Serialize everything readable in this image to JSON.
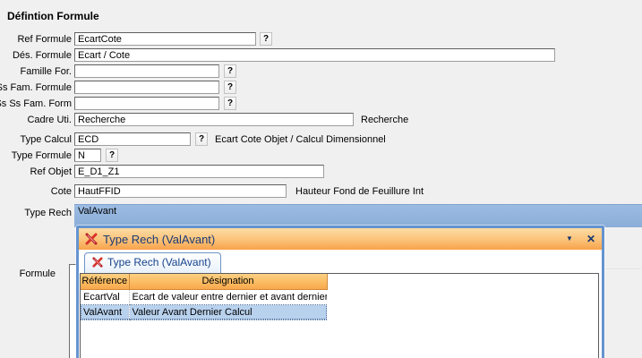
{
  "form": {
    "title": "Défintion Formule",
    "help_label": "?",
    "fields": [
      {
        "label": "Ref Formule",
        "value": "EcartCote"
      },
      {
        "label": "Dés. Formule",
        "value": "Ecart / Cote"
      },
      {
        "label": "Famille For.",
        "value": ""
      },
      {
        "label": "Ss Fam. Formule",
        "value": ""
      },
      {
        "label": "Ss Ss Fam. Form",
        "value": ""
      },
      {
        "label": "Cadre Uti.",
        "value": "Recherche",
        "suffix": "Recherche"
      },
      {
        "label": "Type Calcul",
        "value": "ECD",
        "suffix": "Ecart Cote Objet / Calcul Dimensionnel"
      },
      {
        "label": "Type Formule",
        "value": "N"
      },
      {
        "label": "Ref Objet",
        "value": "E_D1_Z1"
      },
      {
        "label": "Cote",
        "value": "HautFFID",
        "suffix": "Hauteur Fond de Feuillure Int"
      },
      {
        "label": "Type Rech",
        "value": "ValAvant"
      }
    ],
    "formule_label": "Formule"
  },
  "popup": {
    "title": "Type Rech (ValAvant)",
    "tab_label": "Type Rech (ValAvant)",
    "minimize_glyph": "▼",
    "close_glyph": "✕",
    "icon": "tools-icon",
    "table": {
      "columns": [
        "Référence",
        "Désignation"
      ],
      "rows": [
        {
          "reference": "EcartVal",
          "designation": "Ecart de valeur entre dernier et avant dernier calcul ?",
          "selected": false
        },
        {
          "reference": "ValAvant",
          "designation": "Valeur Avant Dernier Calcul",
          "selected": true
        }
      ]
    }
  },
  "colors": {
    "background": "#f0f0f0",
    "selection_band": "#8fb2dc",
    "popup_border": "#6593cf",
    "titlebar_top": "#fcdca6",
    "titlebar_bottom": "#f8a24b",
    "titlebar_text": "#1b3a77",
    "table_header_top": "#fdd083",
    "table_header_bottom": "#f9a74d",
    "selected_row": "#b8d1ed"
  }
}
